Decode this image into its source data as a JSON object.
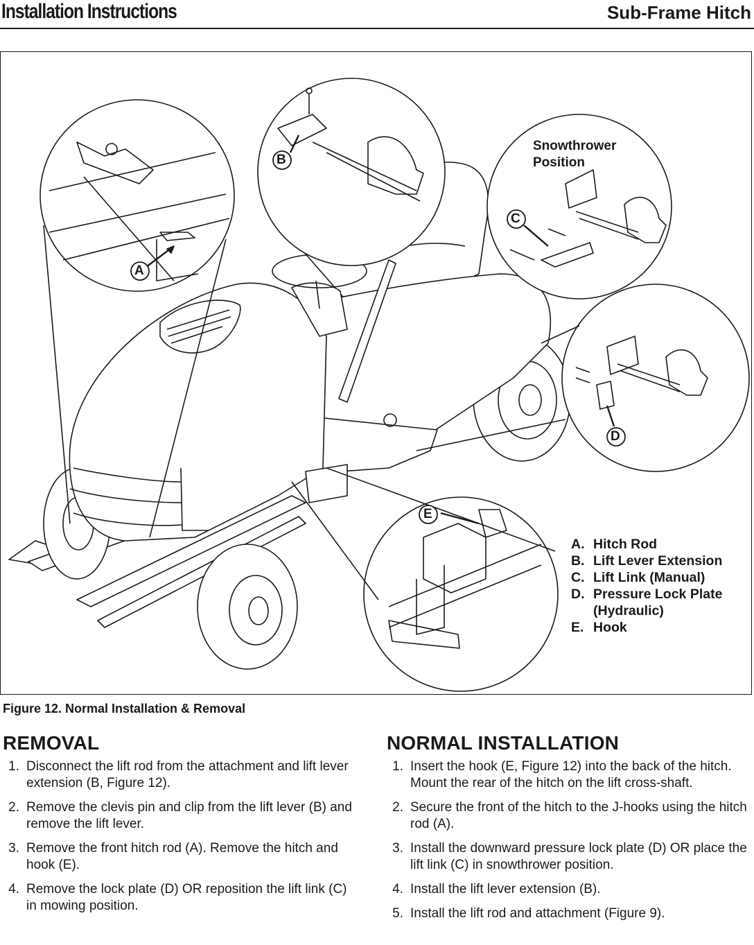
{
  "header": {
    "left_title": "Installation Instructions",
    "right_title": "Sub-Frame Hitch"
  },
  "figure": {
    "callouts": {
      "a": "A",
      "b": "B",
      "c": "C",
      "d": "D",
      "e": "E"
    },
    "snowthrower_label_line1": "Snowthrower",
    "snowthrower_label_line2": "Position",
    "legend": [
      {
        "letter": "A.",
        "text": "Hitch Rod"
      },
      {
        "letter": "B.",
        "text": "Lift Lever Extension"
      },
      {
        "letter": "C.",
        "text": "Lift Link (Manual)"
      },
      {
        "letter": "D.",
        "text": "Pressure Lock Plate"
      },
      {
        "letter": "",
        "text": "(Hydraulic)"
      },
      {
        "letter": "E.",
        "text": "Hook"
      }
    ],
    "caption": "Figure 12.  Normal Installation & Removal"
  },
  "removal": {
    "heading": "REMOVAL",
    "steps": [
      {
        "num": "1.",
        "text": "Disconnect the lift rod from the attachment and lift lever extension (B, Figure 12)."
      },
      {
        "num": "2.",
        "text": "Remove the clevis pin and clip from the lift lever (B) and remove the lift lever."
      },
      {
        "num": "3.",
        "text": "Remove the front hitch rod (A).  Remove the hitch and hook (E)."
      },
      {
        "num": "4.",
        "text": "Remove the lock plate (D) OR reposition the lift link (C) in mowing position."
      }
    ]
  },
  "installation": {
    "heading": "NORMAL INSTALLATION",
    "steps": [
      {
        "num": "1.",
        "text": "Insert the hook (E, Figure 12) into the back of the hitch.  Mount the rear of the hitch on the lift cross-shaft."
      },
      {
        "num": "2.",
        "text": "Secure the front of the hitch to the J-hooks using the hitch rod (A)."
      },
      {
        "num": "3.",
        "text": "Install the downward pressure lock plate (D) OR place the lift link (C) in snowthrower position."
      },
      {
        "num": "4.",
        "text": "Install the lift lever extension (B)."
      },
      {
        "num": "5.",
        "text": "Install the lift rod and attachment (Figure 9)."
      }
    ]
  }
}
